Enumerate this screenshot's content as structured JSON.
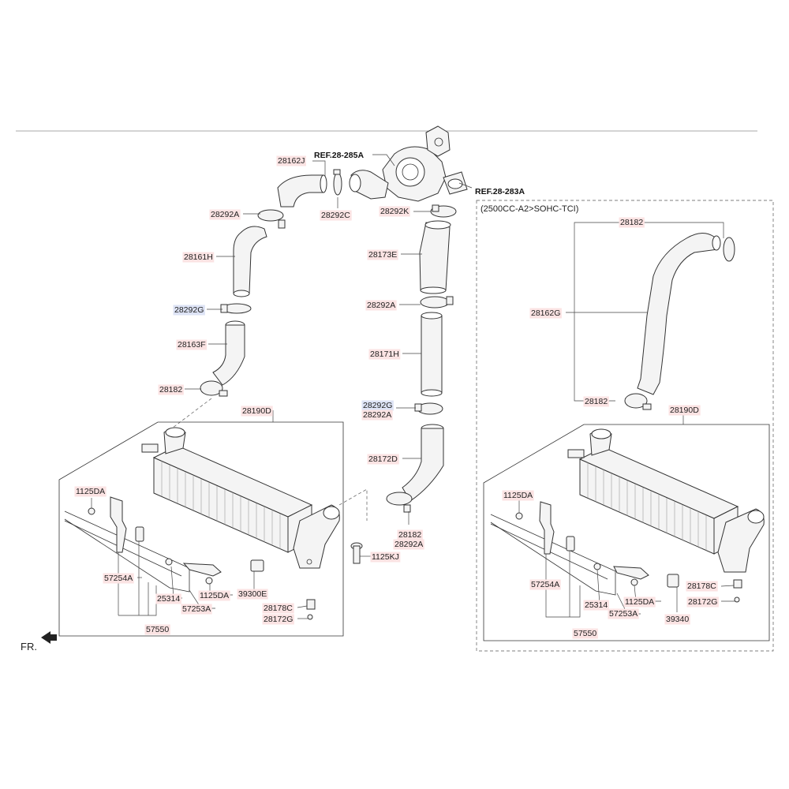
{
  "references": {
    "upper": "REF.28-285A",
    "right": "REF.28-283A"
  },
  "variant_label": "(2500CC-A2>SOHC-TCI)",
  "front_label": "FR.",
  "left_labels": [
    {
      "text": "28162J",
      "color": "red"
    },
    {
      "text": "28292C",
      "color": "red"
    },
    {
      "text": "28292A",
      "color": "red"
    },
    {
      "text": "28161H",
      "color": "red"
    },
    {
      "text": "28292G",
      "color": "blue"
    },
    {
      "text": "28163F",
      "color": "red"
    },
    {
      "text": "28182",
      "color": "red"
    },
    {
      "text": "28190D",
      "color": "red"
    },
    {
      "text": "1125DA",
      "color": "red"
    },
    {
      "text": "57254A",
      "color": "red"
    },
    {
      "text": "25314",
      "color": "red"
    },
    {
      "text": "1125DA",
      "color": "red"
    },
    {
      "text": "57253A",
      "color": "red"
    },
    {
      "text": "39300E",
      "color": "red"
    },
    {
      "text": "57550",
      "color": "red"
    },
    {
      "text": "28178C",
      "color": "red"
    },
    {
      "text": "28172G",
      "color": "red"
    }
  ],
  "center_labels": [
    {
      "text": "28292K",
      "color": "red"
    },
    {
      "text": "28173E",
      "color": "red"
    },
    {
      "text": "28292A",
      "color": "red"
    },
    {
      "text": "28171H",
      "color": "red"
    },
    {
      "text": "28292G",
      "color": "blue"
    },
    {
      "text": "28292A",
      "color": "red"
    },
    {
      "text": "28172D",
      "color": "red"
    },
    {
      "text": "28182",
      "color": "red"
    },
    {
      "text": "28292A",
      "color": "red"
    },
    {
      "text": "1125KJ",
      "color": "red"
    }
  ],
  "right_labels": [
    {
      "text": "28182",
      "color": "red"
    },
    {
      "text": "28162G",
      "color": "red"
    },
    {
      "text": "28182",
      "color": "red"
    },
    {
      "text": "28190D",
      "color": "red"
    },
    {
      "text": "1125DA",
      "color": "red"
    },
    {
      "text": "57254A",
      "color": "red"
    },
    {
      "text": "25314",
      "color": "red"
    },
    {
      "text": "1125DA",
      "color": "red"
    },
    {
      "text": "57253A",
      "color": "red"
    },
    {
      "text": "28178C",
      "color": "red"
    },
    {
      "text": "28172G",
      "color": "red"
    },
    {
      "text": "39340",
      "color": "red"
    },
    {
      "text": "57550",
      "color": "red"
    }
  ],
  "colors": {
    "red_label": "#c0392b",
    "blue_label": "#2c3e90",
    "label_bg": "#fbe3e3",
    "blue_bg": "#dde3f5",
    "line": "#333333"
  }
}
